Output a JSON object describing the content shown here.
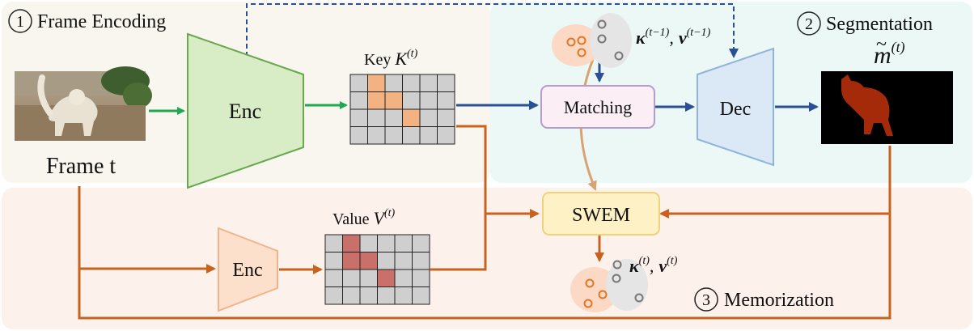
{
  "stages": {
    "frame_encoding": {
      "number": "1",
      "label": "Frame Encoding"
    },
    "segmentation": {
      "number": "2",
      "label": "Segmentation"
    },
    "memorization": {
      "number": "3",
      "label": "Memorization"
    }
  },
  "input": {
    "label": "Frame t"
  },
  "modules": {
    "enc_key": "Enc",
    "enc_value": "Enc",
    "matching": "Matching",
    "dec": "Dec",
    "swem": "SWEM"
  },
  "key_grid": {
    "label_text": "Key ",
    "label_sym": "K",
    "label_sup": "(t)",
    "rows": 4,
    "cols": 6,
    "highlight": [
      [
        0,
        1
      ],
      [
        1,
        1
      ],
      [
        1,
        2
      ],
      [
        2,
        3
      ]
    ],
    "highlight_color": "#f2b282"
  },
  "value_grid": {
    "label_text": "Value ",
    "label_sym": "V",
    "label_sup": "(t)",
    "rows": 4,
    "cols": 6,
    "highlight": [
      [
        0,
        1
      ],
      [
        1,
        1
      ],
      [
        1,
        2
      ],
      [
        2,
        3
      ]
    ],
    "highlight_color": "#c9706a"
  },
  "memory_prev": {
    "kappa": "κ",
    "nu": "ν",
    "sup": "(t−1)",
    "sep": ","
  },
  "memory_curr": {
    "kappa": "κ",
    "nu": "ν",
    "sup": "(t)",
    "sep": ","
  },
  "mask_label": {
    "sym": "m",
    "accent": "~",
    "sup": "(t)"
  },
  "colors": {
    "green_arrow": "#1fa84f",
    "blue_arrow": "#2a4f94",
    "orange_arrow": "#c8621f",
    "tan_arrow": "#d9a272",
    "enc_fill": "#d8ecc6",
    "enc_stroke": "#6aa84f",
    "dec_fill": "#dbe8f6",
    "dec_stroke": "#8fb3dc",
    "matching_fill": "#fbeef5",
    "matching_stroke": "#b79bc9",
    "swem_fill": "#fff1c6",
    "swem_stroke": "#f0d27a",
    "enc_value_fill": "#fde0cb",
    "enc_value_stroke": "#f0b48a",
    "region_encoding": "#f8f6ee",
    "region_segmentation": "#ebf8f6",
    "region_memorization": "#fdf1ec"
  }
}
